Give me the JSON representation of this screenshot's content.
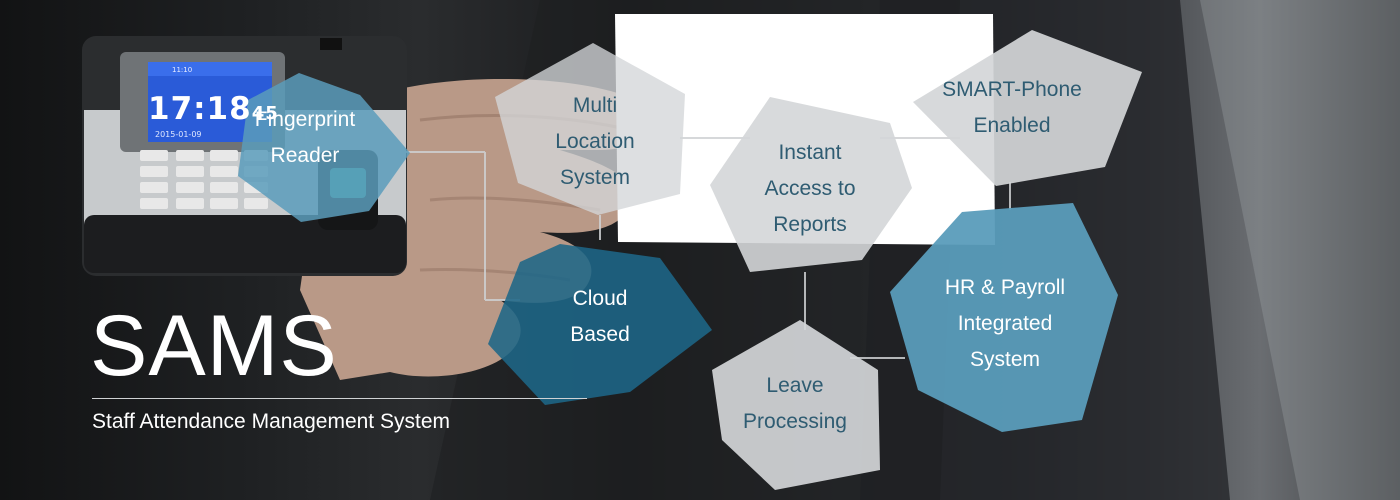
{
  "brand": {
    "title": "SAMS",
    "subtitle": "Staff Attendance Management System"
  },
  "device": {
    "time": "17:18",
    "seconds": "45",
    "date": "2015-01-09",
    "top_time": "11:10"
  },
  "nodes": {
    "fingerprint": [
      "Fingerprint",
      "Reader"
    ],
    "multi_location": [
      "Multi",
      "Location",
      "System"
    ],
    "instant_access": [
      "Instant",
      "Access to",
      "Reports"
    ],
    "smartphone": [
      "SMART-Phone",
      "Enabled"
    ],
    "cloud": [
      "Cloud",
      "Based"
    ],
    "hr_payroll": [
      "HR & Payroll",
      "Integrated",
      "System"
    ],
    "leave": [
      "Leave",
      "Processing"
    ]
  },
  "colors": {
    "blue_node": "#5a9cbb",
    "dark_blue_node": "#1e6687",
    "gray_node": "#d4d6d8",
    "connector": "#cfd1d3",
    "light_text": "#2f5c72"
  }
}
